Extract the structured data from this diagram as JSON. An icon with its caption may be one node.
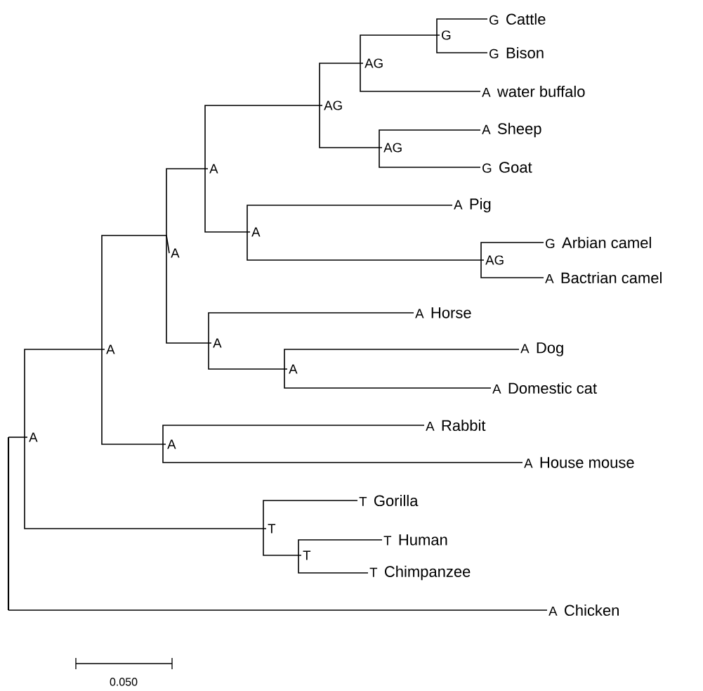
{
  "diagram": {
    "nodes": [
      {
        "text": [],
        "shape": "bar"
      },
      {
        "text": [
          "A"
        ]
      },
      {
        "text": [
          "A"
        ]
      },
      {
        "text": [
          "A"
        ]
      },
      {
        "text": [
          "A"
        ]
      },
      {
        "text": [
          "AG"
        ]
      },
      {
        "text": [
          "AG"
        ]
      },
      {
        "text": [
          "G"
        ]
      },
      {
        "text": [
          "G",
          "Cattle"
        ]
      },
      {
        "text": [
          "G",
          "Bison"
        ]
      },
      {
        "text": [
          "A",
          "water buffalo"
        ]
      },
      {
        "text": [
          "AG"
        ]
      },
      {
        "text": [
          "A",
          "Sheep"
        ]
      },
      {
        "text": [
          "G",
          "Goat"
        ]
      },
      {
        "text": [
          "A"
        ]
      },
      {
        "text": [
          "A",
          "Pig"
        ]
      },
      {
        "text": [
          "AG"
        ]
      },
      {
        "text": [
          "G",
          "Arbian camel"
        ]
      },
      {
        "text": [
          "A",
          "Bactrian camel"
        ]
      },
      {
        "text": [
          "A"
        ]
      },
      {
        "text": [
          "A",
          "Horse"
        ]
      },
      {
        "text": [
          "A"
        ]
      },
      {
        "text": [
          "A",
          "Dog"
        ]
      },
      {
        "text": [
          "A",
          "Domestic cat"
        ]
      },
      {
        "text": [
          "A"
        ]
      },
      {
        "text": [
          "A",
          "Rabbit"
        ]
      },
      {
        "text": [
          "A",
          "House mouse"
        ]
      },
      {
        "text": [
          "T"
        ]
      },
      {
        "text": [
          "T",
          "Gorilla"
        ]
      },
      {
        "text": [
          "T"
        ]
      },
      {
        "text": [
          "T",
          "Human"
        ]
      },
      {
        "text": [
          "T",
          "Chimpanzee"
        ]
      },
      {
        "text": [
          "A",
          "Chicken"
        ]
      }
    ],
    "edges": [
      {
        "from": 0,
        "to": 1,
        "arrow": "none"
      },
      {
        "from": 0,
        "to": 32,
        "arrow": "none"
      },
      {
        "from": 1,
        "to": 2,
        "arrow": "none"
      },
      {
        "from": 1,
        "to": 27,
        "arrow": "none"
      },
      {
        "from": 2,
        "to": 3,
        "arrow": "none"
      },
      {
        "from": 2,
        "to": 24,
        "arrow": "none"
      },
      {
        "from": 3,
        "to": 4,
        "arrow": "none"
      },
      {
        "from": 3,
        "to": 19,
        "arrow": "none"
      },
      {
        "from": 4,
        "to": 5,
        "arrow": "none"
      },
      {
        "from": 4,
        "to": 14,
        "arrow": "none"
      },
      {
        "from": 5,
        "to": 6,
        "arrow": "none"
      },
      {
        "from": 5,
        "to": 11,
        "arrow": "none"
      },
      {
        "from": 6,
        "to": 7,
        "arrow": "none"
      },
      {
        "from": 6,
        "to": 10,
        "arrow": "none"
      },
      {
        "from": 7,
        "to": 8,
        "arrow": "none"
      },
      {
        "from": 7,
        "to": 9,
        "arrow": "none"
      },
      {
        "from": 11,
        "to": 12,
        "arrow": "none"
      },
      {
        "from": 11,
        "to": 13,
        "arrow": "none"
      },
      {
        "from": 14,
        "to": 15,
        "arrow": "none"
      },
      {
        "from": 14,
        "to": 16,
        "arrow": "none"
      },
      {
        "from": 16,
        "to": 17,
        "arrow": "none"
      },
      {
        "from": 16,
        "to": 18,
        "arrow": "none"
      },
      {
        "from": 19,
        "to": 20,
        "arrow": "none"
      },
      {
        "from": 19,
        "to": 21,
        "arrow": "none"
      },
      {
        "from": 21,
        "to": 22,
        "arrow": "none"
      },
      {
        "from": 21,
        "to": 23,
        "arrow": "none"
      },
      {
        "from": 24,
        "to": 25,
        "arrow": "none"
      },
      {
        "from": 24,
        "to": 26,
        "arrow": "none"
      },
      {
        "from": 27,
        "to": 28,
        "arrow": "none"
      },
      {
        "from": 27,
        "to": 29,
        "arrow": "none"
      },
      {
        "from": 29,
        "to": 30,
        "arrow": "none"
      },
      {
        "from": 29,
        "to": 31,
        "arrow": "none"
      }
    ],
    "labels": [
      "0.050"
    ]
  }
}
